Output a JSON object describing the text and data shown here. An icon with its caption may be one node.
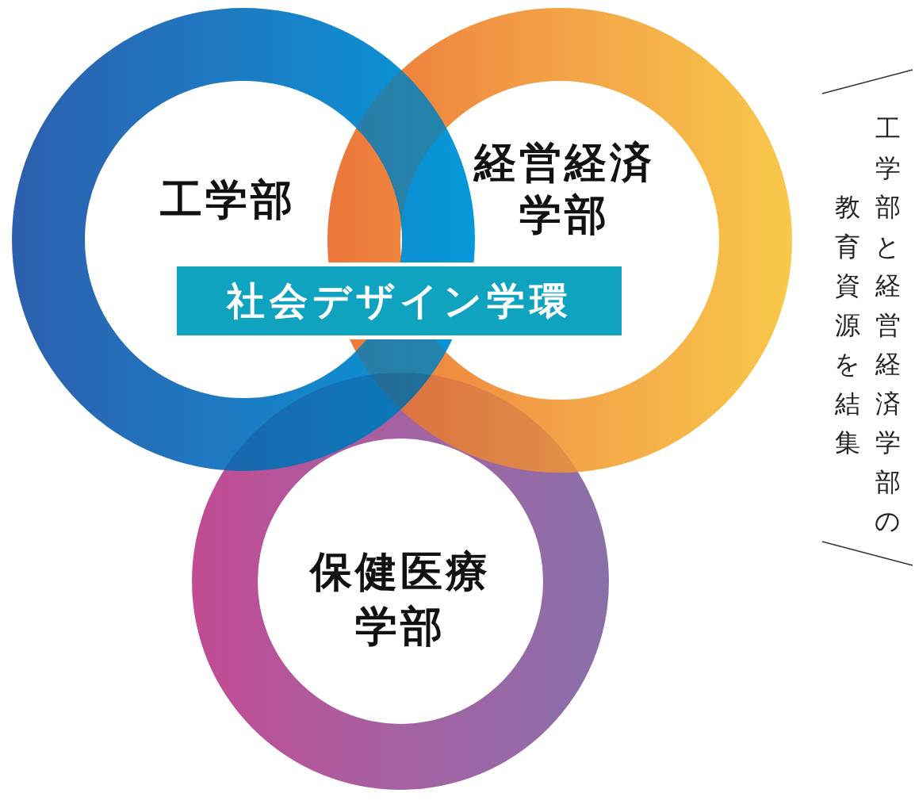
{
  "diagram": {
    "nodes": [
      {
        "text": [
          "工学部"
        ]
      },
      {
        "text": [
          "経営経済学部"
        ]
      },
      {
        "text": [
          "保健医療学部"
        ]
      },
      {
        "text": [
          "社会デザイン学環"
        ]
      }
    ],
    "labels": [
      "工学部と経営経済学部の教育資源を結集"
    ]
  }
}
